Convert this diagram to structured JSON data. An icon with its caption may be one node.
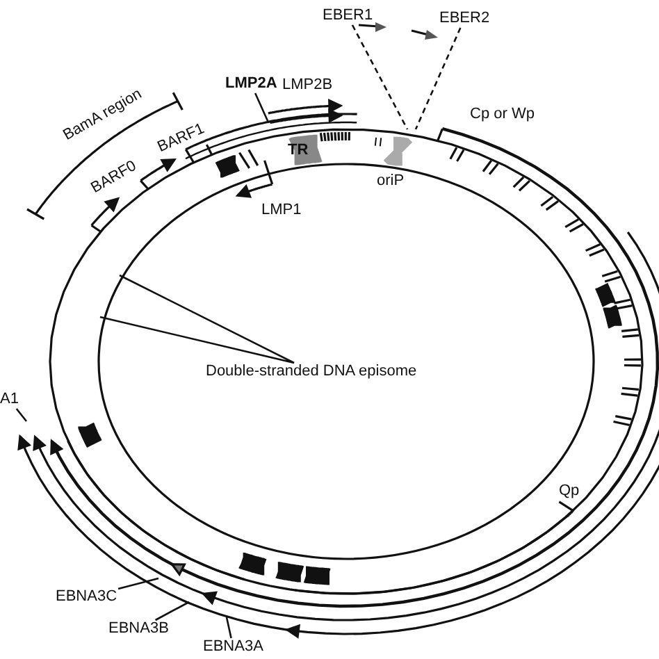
{
  "diagram": {
    "nodes": [
      {
        "text": [
          "LMP2A"
        ]
      },
      {
        "text": [
          "Double-stranded DNA episome"
        ]
      },
      {
        "text": [
          "EBER1"
        ]
      },
      {
        "text": [
          "EBER2"
        ]
      },
      {
        "text": [
          "A1"
        ]
      },
      {
        "text": [
          "EBNA3C"
        ]
      },
      {
        "text": [
          "EBNA3B"
        ]
      },
      {
        "text": [
          "EBNA3A"
        ]
      }
    ],
    "edges": [
      {
        "from": 0,
        "to": null,
        "arrow": "none"
      },
      {
        "from": 1,
        "to": null,
        "arrow": "none"
      },
      {
        "from": 2,
        "to": null,
        "arrow": "none",
        "style": "dashed"
      },
      {
        "from": 3,
        "to": null,
        "arrow": "none",
        "style": "dashed"
      },
      {
        "from": 4,
        "to": null,
        "arrow": "none"
      },
      {
        "from": 5,
        "to": null,
        "arrow": "none"
      },
      {
        "from": 6,
        "to": null,
        "arrow": "none"
      },
      {
        "from": 7,
        "to": null,
        "arrow": "none"
      }
    ],
    "labels": [
      "BamA region",
      "BARF0",
      "BARF1",
      "LMP2B",
      "TR",
      "LMP1",
      "oriP",
      "Cp or Wp",
      "Qp"
    ]
  }
}
